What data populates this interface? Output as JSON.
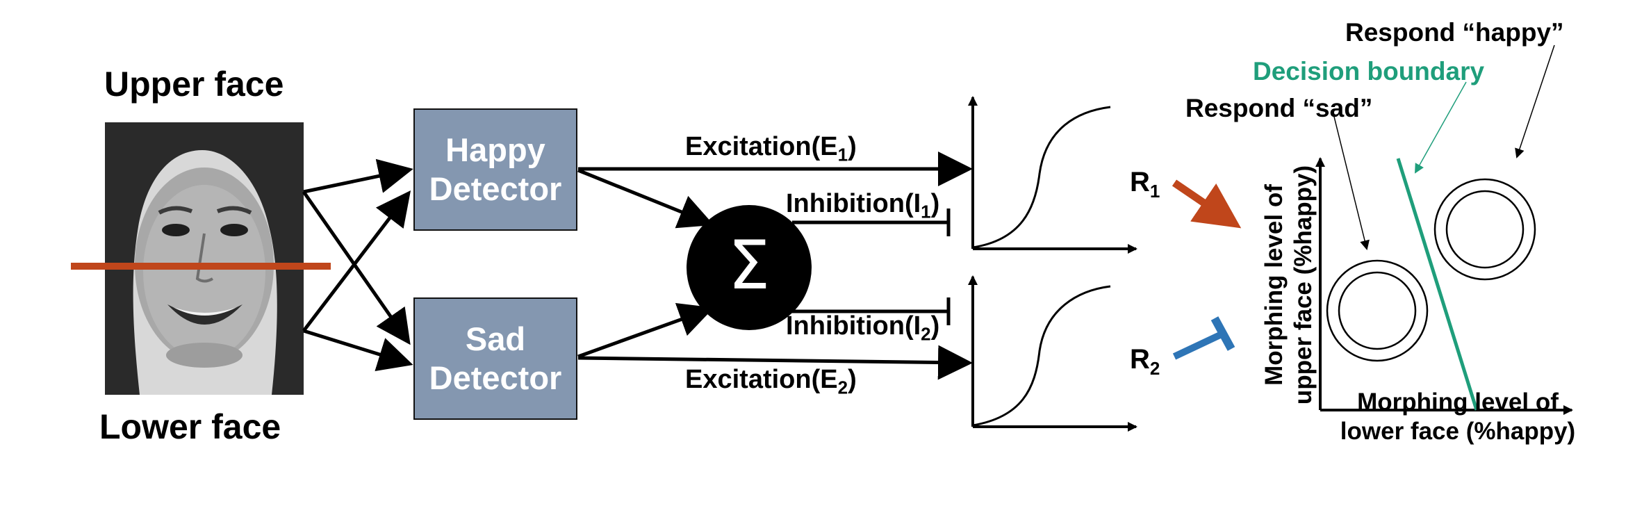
{
  "face": {
    "upper_label": "Upper face",
    "lower_label": "Lower face"
  },
  "detectors": {
    "happy": [
      "Happy",
      "Detector"
    ],
    "sad": [
      "Sad",
      "Detector"
    ]
  },
  "summation": {
    "symbol": "Σ"
  },
  "signals": {
    "excitation_1": "Excitation(E",
    "excitation_1_sub": "1",
    "excitation_1_close": ")",
    "inhibition_1": "Inhibition(I",
    "inhibition_1_sub": "1",
    "inhibition_1_close": ")",
    "inhibition_2": "Inhibition(I",
    "inhibition_2_sub": "2",
    "inhibition_2_close": ")",
    "excitation_2": "Excitation(E",
    "excitation_2_sub": "2",
    "excitation_2_close": ")"
  },
  "responses": {
    "r1": "R",
    "r1_sub": "1",
    "r2": "R",
    "r2_sub": "2"
  },
  "decision_plot": {
    "respond_happy": "Respond “happy”",
    "decision_boundary": "Decision boundary",
    "respond_sad": "Respond “sad”",
    "ylabel_line1": "Morphing level of",
    "ylabel_line2": "upper face (%happy)",
    "xlabel_line1": "Morphing level of",
    "xlabel_line2": "lower face (%happy)"
  },
  "colors": {
    "cut_line": "#c0461b",
    "r1_arrow": "#c0461b",
    "r2_arrow": "#2e75b6",
    "boundary": "#1f9e7b",
    "detector_fill": "#8497b0"
  }
}
